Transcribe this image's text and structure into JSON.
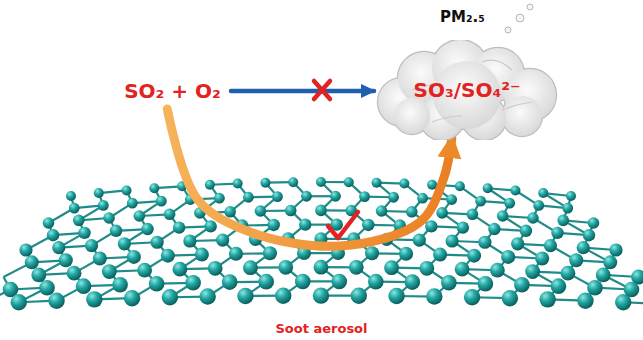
{
  "diagram": {
    "nodes": [
      {
        "text": [
          "SO₂ + O₂"
        ]
      },
      {
        "text": [
          "SO₃/SO₄²⁻"
        ]
      },
      {
        "text": [
          "Soot aerosol"
        ]
      }
    ],
    "edges": [
      {
        "from": 0,
        "to": 1,
        "arrow": "to"
      },
      {
        "from": 0,
        "to": 1,
        "arrow": "to"
      }
    ],
    "labels": [
      "PM₂.₅"
    ]
  }
}
